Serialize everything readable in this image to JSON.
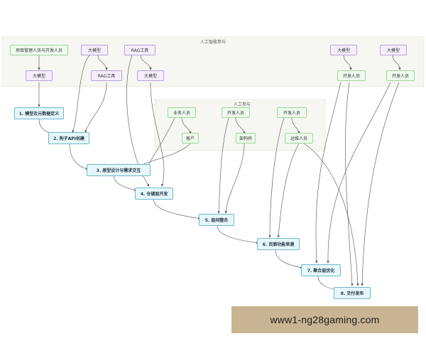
{
  "groups": {
    "ai": {
      "title": "人工智能参与"
    },
    "human": {
      "title": "人工参与"
    }
  },
  "nodes": {
    "pm_dev": "项目管理人员与开发人员",
    "llm_top1": "大模型",
    "rag_tool_top": "RAG工具",
    "llm_top2": "大模型",
    "llm_top3": "大模型",
    "llm_mid1": "大模型",
    "rag_tool_mid": "RAG工具",
    "llm_mid2": "大模型",
    "dev_mid1": "开发人员",
    "dev_mid2": "开发人员",
    "biz": "业务人员",
    "dev_h1": "开发人员",
    "dev_h2": "开发人员",
    "customer": "客户",
    "architect": "架构师",
    "ops": "运维人员"
  },
  "steps": {
    "s1": "1. 模型及元数据定义",
    "s2": "2. 构子API创建",
    "s3": "3. 原型设计与需求交互",
    "s4": "4. 仓储层开发",
    "s5": "5. 层间整合",
    "s6": "6. 页面功能单测",
    "s7": "7. 聚合层优化",
    "s8": "8. 交付发布"
  },
  "watermark": "www1-ng28gaming.com"
}
